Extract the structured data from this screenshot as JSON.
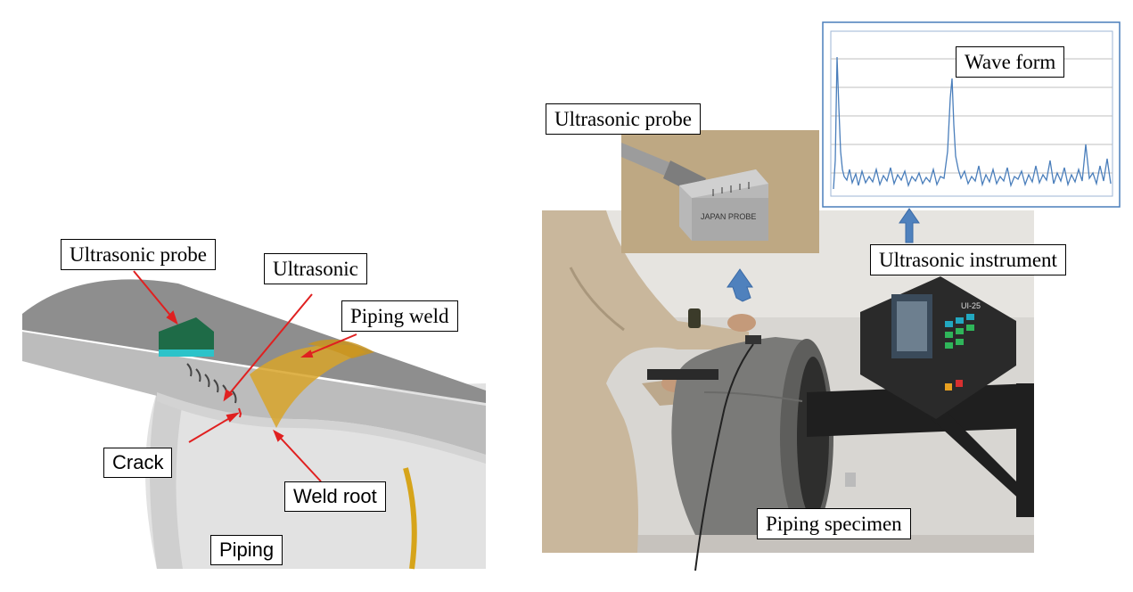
{
  "left_diagram": {
    "labels": {
      "probe": "Ultrasonic probe",
      "ultrasonic": "Ultrasonic",
      "piping_weld": "Piping weld",
      "crack": "Crack",
      "weld_root": "Weld root",
      "piping": "Piping"
    },
    "colors": {
      "pipe_top": "#8c8c8c",
      "pipe_front": "#bdbdbd",
      "pipe_body": "#d9d9d9",
      "probe_green": "#1e6b47",
      "probe_teal": "#2cc3c9",
      "weld": "#d9a21e",
      "arrow": "#e02020"
    }
  },
  "right_photo": {
    "labels": {
      "probe": "Ultrasonic probe",
      "wave_form": "Wave form",
      "instrument": "Ultrasonic instrument",
      "specimen": "Piping specimen"
    },
    "probe_marking": "JAPAN PROBE",
    "instrument_model": "UI-25",
    "colors": {
      "arrow_blue": "#4f81bd",
      "waveform_line": "#4a7ebb"
    }
  }
}
